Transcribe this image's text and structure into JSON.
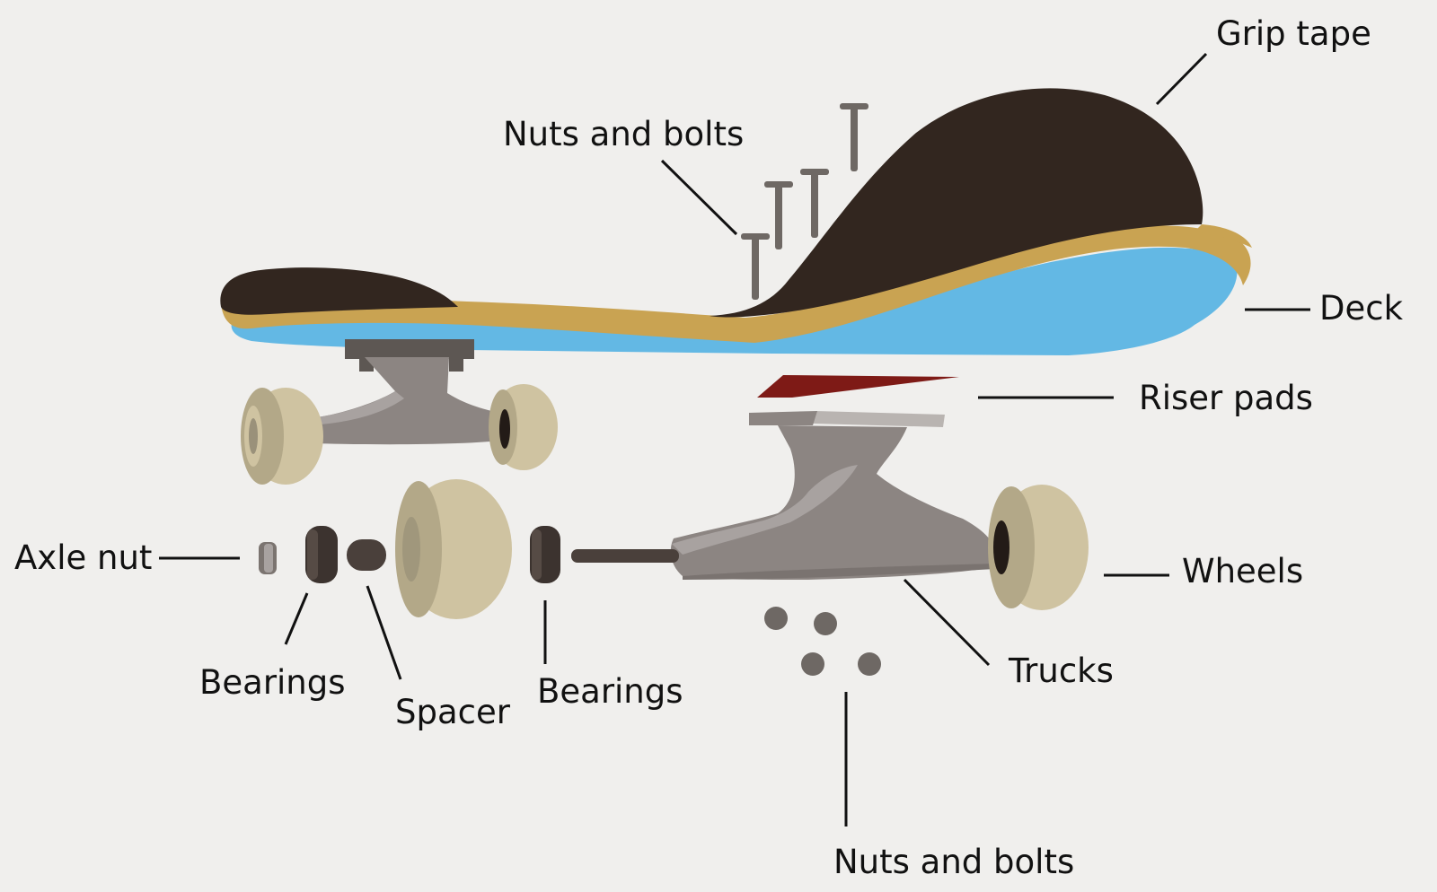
{
  "labels": {
    "grip_tape": "Grip tape",
    "nuts_and_bolts_top": "Nuts and bolts",
    "deck": "Deck",
    "riser_pads": "Riser pads",
    "axle_nut": "Axle nut",
    "wheels": "Wheels",
    "bearings_left": "Bearings",
    "spacer": "Spacer",
    "bearings_right": "Bearings",
    "trucks": "Trucks",
    "nuts_and_bolts_bottom": "Nuts and bolts"
  },
  "colors": {
    "background": "#f0efed",
    "grip_tape": "#32261f",
    "deck_wood": "#c9a352",
    "deck_underside": "#63b8e4",
    "truck_metal": "#8c8582",
    "truck_light": "#a8a2a0",
    "wheel": "#cfc3a1",
    "wheel_shadow": "#b3a888",
    "riser_pad": "#7e1a16",
    "bearing": "#3c332f",
    "hardware": "#6e6864"
  }
}
